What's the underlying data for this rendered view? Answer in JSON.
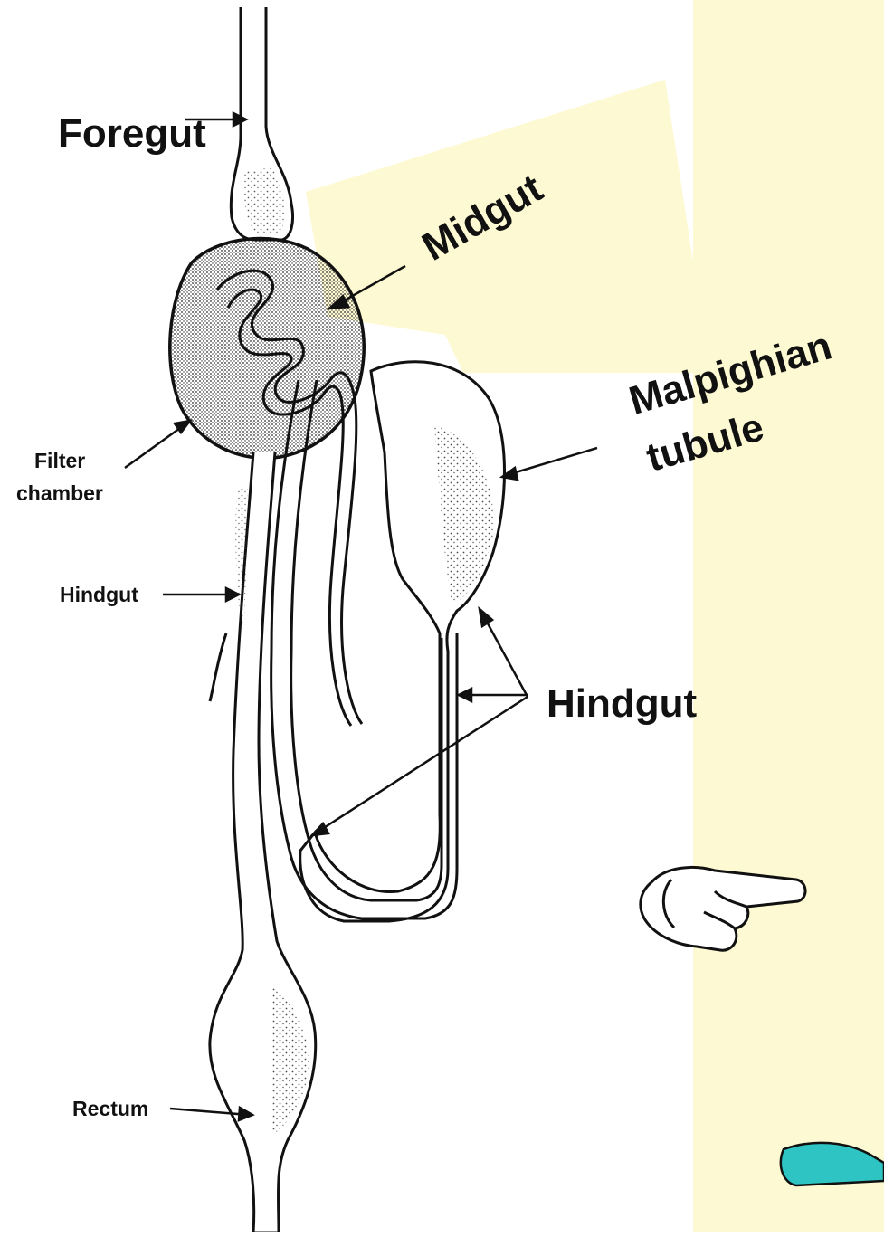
{
  "labels": {
    "foregut": "Foregut",
    "midgut": "Midgut",
    "malpighian_line1": "Malpighian",
    "malpighian_line2": "tubule",
    "hindgut_big": "Hindgut",
    "filter_line1": "Filter",
    "filter_line2": "chamber",
    "hindgut_small": "Hindgut",
    "rectum": "Rectum"
  },
  "colors": {
    "background": "#ffffff",
    "note_yellow": "#fdf9d2",
    "ink": "#111111",
    "stipple": "#3a3a3a",
    "teal_shape": "#2fc4c4"
  },
  "icons": [
    "pointing-hand-icon"
  ]
}
